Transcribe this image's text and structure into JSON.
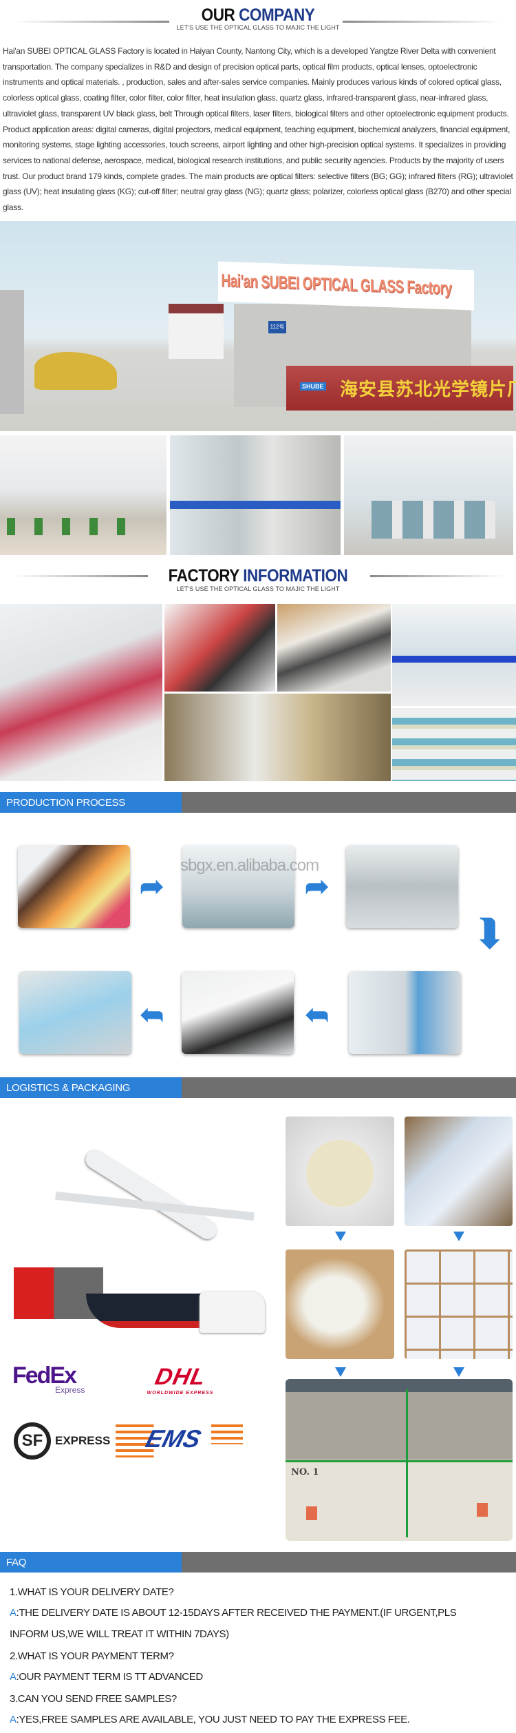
{
  "our_company": {
    "title_dark": "OUR",
    "title_blue": "COMPANY",
    "subtitle": "LET'S USE THE OPTICAL GLASS TO MAJIC THE LIGHT",
    "intro": "Hai'an SUBEI OPTICAL GLASS Factory is located in Haiyan County, Nantong City, which is a developed Yangtze River Delta with convenient transportation. The company specializes in R&D and design of precision optical parts, optical film products, optical lenses, optoelectronic instruments and optical materials. , production, sales and after-sales service companies. Mainly produces various kinds of colored optical glass, colorless optical glass, coating filter, color filter, color filter, heat insulation glass, quartz glass, infrared-transparent glass, near-infrared glass, ultraviolet glass, transparent UV black glass, belt Through optical filters, laser filters, biological filters and other optoelectronic equipment products. Product application areas: digital cameras, digital projectors, medical equipment, teaching equipment, biochemical analyzers, financial equipment, monitoring systems, stage lighting accessories, touch screens, airport lighting and other high-precision optical systems. It specializes in providing services to national defense, aerospace, medical, biological research institutions, and public security agencies. Products by the majority of users trust. Our product brand 179 kinds, complete grades. The main products are optical filters: selective filters (BG; GG); infrared filters (RG); ultraviolet glass (UV); heat insulating glass (KG); cut-off filter; neutral gray glass (NG); quartz glass; polarizer, colorless optical glass (B270) and other special glass.",
    "factory_sign": "Hai'an SUBEI OPTICAL GLASS Factory",
    "factory_sign_cn": "海安县苏北光学镜片厂",
    "sign_logo": "SHUBE",
    "address_plate": "112号"
  },
  "factory_info": {
    "title_dark": "FACTORY",
    "title_blue": "INFORMATION",
    "subtitle": "LET'S USE THE OPTICAL GLASS TO MAJIC THE LIGHT"
  },
  "production": {
    "label": "PRODUCTION PROCESS",
    "watermark": "sbgx.en.alibaba.com"
  },
  "logistics": {
    "label": "LOGISTICS & PACKAGING",
    "carriers": {
      "fedex": "FedEx",
      "fedex_sub": "Express",
      "dhl": "DHL",
      "dhl_sub": "WORLDWIDE EXPRESS",
      "sf": "SF",
      "sf_sub": "EXPRESS",
      "ems": "EMS"
    },
    "crate_label": "NO. 1"
  },
  "faq": {
    "label": "FAQ",
    "answer_prefix": "A",
    "items": [
      {
        "q": "1.WHAT IS YOUR DELIVERY DATE?",
        "a1": ":THE DELIVERY DATE IS ABOUT 12-15DAYS AFTER RECEIVED THE PAYMENT.(IF URGENT,PLS",
        "a2": "INFORM US,WE WILL TREAT IT WITHIN 7DAYS)"
      },
      {
        "q": "2.WHAT IS YOUR PAYMENT TERM?",
        "a1": ":OUR PAYMENT TERM IS TT ADVANCED"
      },
      {
        "q": "3.CAN YOU SEND FREE SAMPLES?",
        "a1": ":YES,FREE SAMPLES ARE AVAILABLE, YOU JUST NEED TO PAY THE EXPRESS FEE."
      }
    ]
  },
  "colors": {
    "accent_blue": "#2b80d8",
    "bar_gray": "#6f6f6f",
    "title_blue": "#1e3a8a"
  }
}
